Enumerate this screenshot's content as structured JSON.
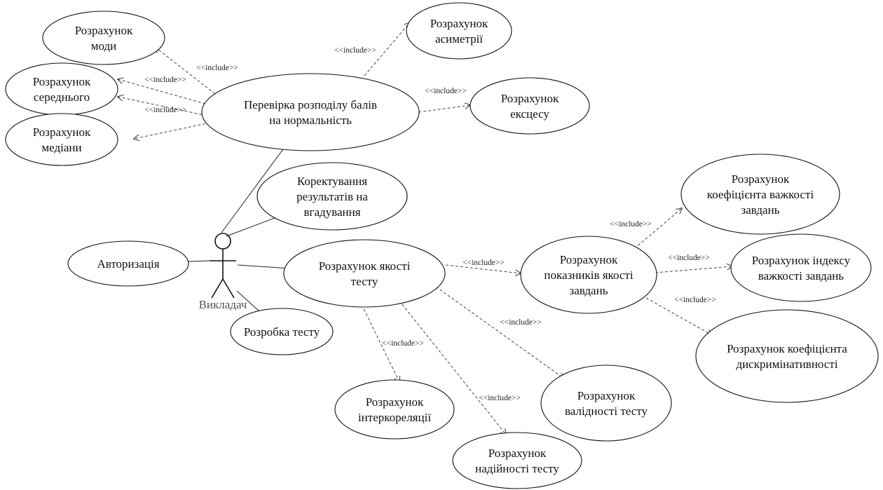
{
  "colors": {
    "background": "#ffffff",
    "stroke": "#111111",
    "dependency": "#444444"
  },
  "actor": {
    "id": "teacher",
    "label": "Викладач"
  },
  "use_cases": [
    {
      "id": "mode",
      "lines": [
        "Розрахунок",
        "моди"
      ]
    },
    {
      "id": "mean",
      "lines": [
        "Розрахунок",
        "середнього"
      ]
    },
    {
      "id": "median",
      "lines": [
        "Розрахунок",
        "медіани"
      ]
    },
    {
      "id": "normality",
      "lines": [
        "Перевірка розподілу балів",
        "на нормальність"
      ]
    },
    {
      "id": "skewness",
      "lines": [
        "Розрахунок",
        "асиметрії"
      ]
    },
    {
      "id": "kurtosis",
      "lines": [
        "Розрахунок",
        "ексцесу"
      ]
    },
    {
      "id": "guess_correction",
      "lines": [
        "Коректування",
        "результатів на",
        "вгадування"
      ]
    },
    {
      "id": "authorization",
      "lines": [
        "Авторизація"
      ]
    },
    {
      "id": "test_quality",
      "lines": [
        "Розрахунок якості",
        "тесту"
      ]
    },
    {
      "id": "test_development",
      "lines": [
        "Розробка тесту"
      ]
    },
    {
      "id": "item_quality",
      "lines": [
        "Розрахунок",
        "показників якості",
        "завдань"
      ]
    },
    {
      "id": "difficulty_coef",
      "lines": [
        "Розрахунок",
        "коефіцієнта важкості",
        "завдань"
      ]
    },
    {
      "id": "difficulty_index",
      "lines": [
        "Розрахунок індексу",
        "важкості завдань"
      ]
    },
    {
      "id": "discrimination",
      "lines": [
        "Розрахунок коефіцієнта",
        "дискримінативності"
      ]
    },
    {
      "id": "intercorrelation",
      "lines": [
        "Розрахунок",
        "інтеркореляції"
      ]
    },
    {
      "id": "validity",
      "lines": [
        "Розрахунок",
        "валідності тесту"
      ]
    },
    {
      "id": "reliability",
      "lines": [
        "Розрахунок",
        "надійності тесту"
      ]
    }
  ],
  "associations": [
    {
      "from": "teacher",
      "to": "normality"
    },
    {
      "from": "teacher",
      "to": "guess_correction"
    },
    {
      "from": "teacher",
      "to": "authorization"
    },
    {
      "from": "teacher",
      "to": "test_quality"
    },
    {
      "from": "teacher",
      "to": "test_development"
    }
  ],
  "includes": [
    {
      "from": "normality",
      "to": "mode",
      "label": "<<include>>"
    },
    {
      "from": "normality",
      "to": "mean",
      "label": "<<include>>"
    },
    {
      "from": "normality",
      "to": "mean",
      "label": "<<include>>"
    },
    {
      "from": "normality",
      "to": "median",
      "label": ""
    },
    {
      "from": "normality",
      "to": "skewness",
      "label": "<<include>>"
    },
    {
      "from": "normality",
      "to": "kurtosis",
      "label": "<<include>>"
    },
    {
      "from": "test_quality",
      "to": "item_quality",
      "label": "<<include>>"
    },
    {
      "from": "item_quality",
      "to": "difficulty_coef",
      "label": "<<include>>"
    },
    {
      "from": "item_quality",
      "to": "difficulty_index",
      "label": "<<include>>"
    },
    {
      "from": "item_quality",
      "to": "discrimination",
      "label": "<<include>>"
    },
    {
      "from": "test_quality",
      "to": "validity",
      "label": "<<include>>"
    },
    {
      "from": "test_quality",
      "to": "intercorrelation",
      "label": "<<include>>"
    },
    {
      "from": "test_quality",
      "to": "reliability",
      "label": "<<include>>"
    }
  ]
}
